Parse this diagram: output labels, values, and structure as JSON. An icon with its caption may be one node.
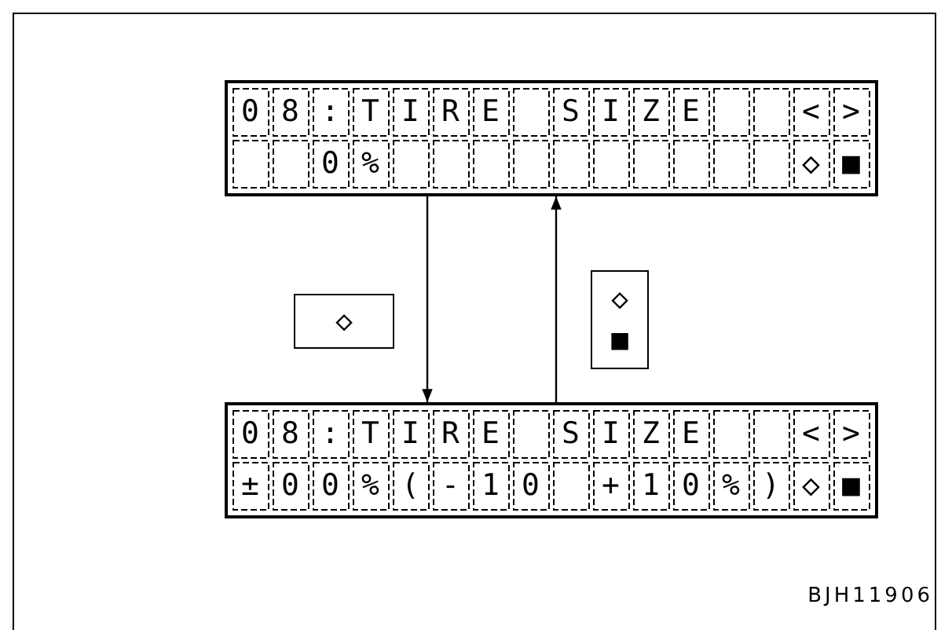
{
  "diagram": {
    "nodes": [
      {
        "text": [
          "08:TIRE",
          "SIZE",
          "<>",
          "0%",
          "◇■"
        ]
      },
      {
        "text": [
          "08:TIRE",
          "SIZE",
          "<>",
          "±00%(-10",
          "+10%)◇■"
        ]
      }
    ],
    "edges": [
      {
        "from": 0,
        "to": 1,
        "arrow": "to",
        "label": "◇"
      },
      {
        "from": 1,
        "to": 0,
        "arrow": "to",
        "label": "◇ ■"
      }
    ],
    "labels": [
      "BJH11906"
    ]
  }
}
